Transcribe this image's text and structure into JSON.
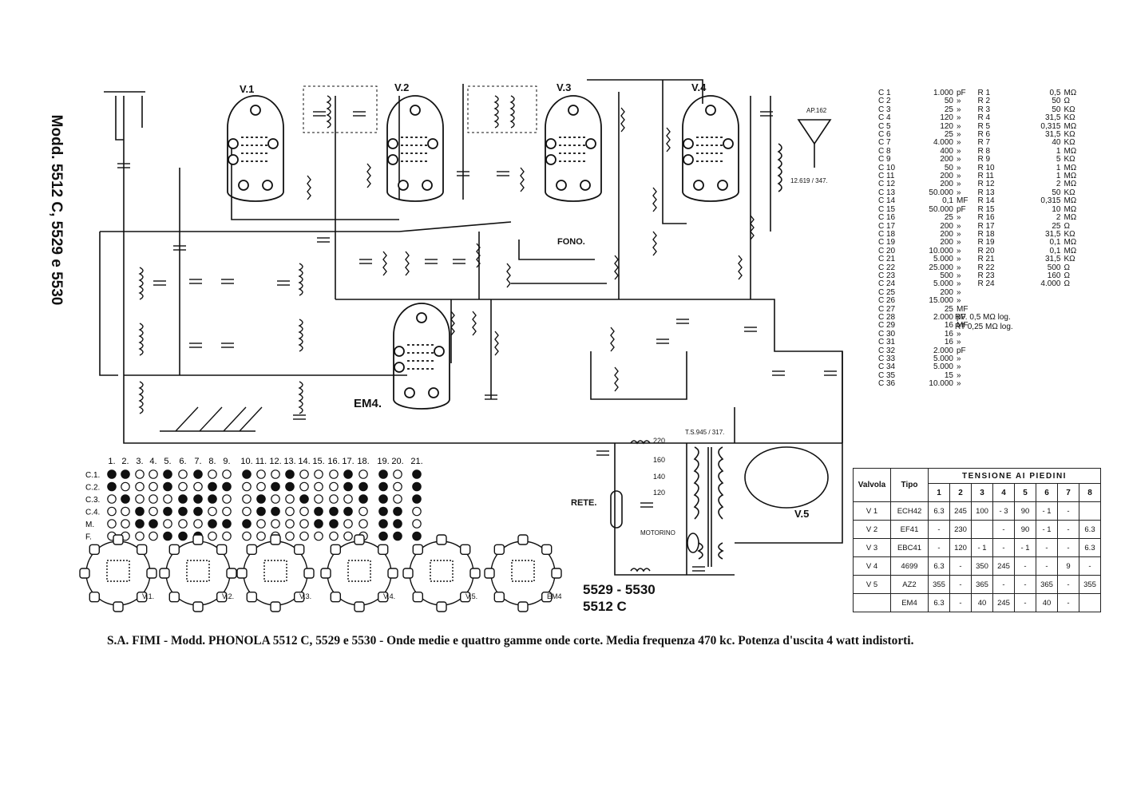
{
  "side_title": "Modd. 5512 C, 5529 e 5530",
  "caption": "S.A. FIMI - Modd. PHONOLA 5512 C, 5529 e 5530 - Onde medie e quattro gamme onde corte. Media frequenza 470 kc. Potenza d'uscita 4 watt indistorti.",
  "model_block": [
    "5529 - 5530",
    "5512 C"
  ],
  "tube_labels": [
    "V.1",
    "V.2",
    "V.3",
    "V.4",
    "V.5",
    "EM4."
  ],
  "labels": {
    "fono": "FONO.",
    "rete": "RETE.",
    "motorino": "MOTORINO",
    "ts": "T.S.945 / 317.",
    "ap": "AP.162",
    "out_tr": "12.619 / 347.",
    "voltages": [
      "220",
      "160",
      "140",
      "120"
    ]
  },
  "components": [
    {
      "c": "C 1",
      "cv": "1.000",
      "cu": "pF",
      "r": "R 1",
      "rv": "0,5",
      "ru": "MΩ"
    },
    {
      "c": "C 2",
      "cv": "50",
      "cu": "»",
      "r": "R 2",
      "rv": "50",
      "ru": "Ω"
    },
    {
      "c": "C 3",
      "cv": "25",
      "cu": "»",
      "r": "R 3",
      "rv": "50",
      "ru": "KΩ"
    },
    {
      "c": "C 4",
      "cv": "120",
      "cu": "»",
      "r": "R 4",
      "rv": "31,5",
      "ru": "KΩ"
    },
    {
      "c": "C 5",
      "cv": "120",
      "cu": "»",
      "r": "R 5",
      "rv": "0,315",
      "ru": "MΩ"
    },
    {
      "c": "C 6",
      "cv": "25",
      "cu": "»",
      "r": "R 6",
      "rv": "31,5",
      "ru": "KΩ"
    },
    {
      "c": "C 7",
      "cv": "4.000",
      "cu": "»",
      "r": "R 7",
      "rv": "40",
      "ru": "KΩ"
    },
    {
      "c": "C 8",
      "cv": "400",
      "cu": "»",
      "r": "R 8",
      "rv": "1",
      "ru": "MΩ"
    },
    {
      "c": "C 9",
      "cv": "200",
      "cu": "»",
      "r": "R 9",
      "rv": "5",
      "ru": "KΩ"
    },
    {
      "c": "C 10",
      "cv": "50",
      "cu": "»",
      "r": "R 10",
      "rv": "1",
      "ru": "MΩ"
    },
    {
      "c": "C 11",
      "cv": "200",
      "cu": "»",
      "r": "R 11",
      "rv": "1",
      "ru": "MΩ"
    },
    {
      "c": "C 12",
      "cv": "200",
      "cu": "»",
      "r": "R 12",
      "rv": "2",
      "ru": "MΩ"
    },
    {
      "c": "C 13",
      "cv": "50.000",
      "cu": "»",
      "r": "R 13",
      "rv": "50",
      "ru": "KΩ"
    },
    {
      "c": "C 14",
      "cv": "0,1",
      "cu": "MF",
      "r": "R 14",
      "rv": "0,315",
      "ru": "MΩ"
    },
    {
      "c": "C 15",
      "cv": "50.000",
      "cu": "pF",
      "r": "R 15",
      "rv": "10",
      "ru": "MΩ"
    },
    {
      "c": "C 16",
      "cv": "25",
      "cu": "»",
      "r": "R 16",
      "rv": "2",
      "ru": "MΩ"
    },
    {
      "c": "C 17",
      "cv": "200",
      "cu": "»",
      "r": "R 17",
      "rv": "25",
      "ru": "Ω"
    },
    {
      "c": "C 18",
      "cv": "200",
      "cu": "»",
      "r": "R 18",
      "rv": "31,5",
      "ru": "KΩ"
    },
    {
      "c": "C 19",
      "cv": "200",
      "cu": "»",
      "r": "R 19",
      "rv": "0,1",
      "ru": "MΩ"
    },
    {
      "c": "C 20",
      "cv": "10.000",
      "cu": "»",
      "r": "R 20",
      "rv": "0,1",
      "ru": "MΩ"
    },
    {
      "c": "C 21",
      "cv": "5.000",
      "cu": "»",
      "r": "R 21",
      "rv": "31,5",
      "ru": "KΩ"
    },
    {
      "c": "C 22",
      "cv": "25.000",
      "cu": "»",
      "r": "R 22",
      "rv": "500",
      "ru": "Ω"
    },
    {
      "c": "C 23",
      "cv": "500",
      "cu": "»",
      "r": "R 23",
      "rv": "160",
      "ru": "Ω"
    },
    {
      "c": "C 24",
      "cv": "5.000",
      "cu": "»",
      "r": "R 24",
      "rv": "4.000",
      "ru": "Ω"
    },
    {
      "c": "C 25",
      "cv": "200",
      "cu": "»",
      "r": "",
      "rv": "",
      "ru": ""
    },
    {
      "c": "C 26",
      "cv": "15.000",
      "cu": "»",
      "r": "",
      "rv": "",
      "ru": ""
    },
    {
      "c": "C 27",
      "cv": "25",
      "cu": "MF",
      "r": "",
      "rv": "",
      "ru": ""
    },
    {
      "c": "C 28",
      "cv": "2.000",
      "cu": "pF",
      "r": "",
      "rv": "",
      "ru": ""
    },
    {
      "c": "C 29",
      "cv": "16",
      "cu": "MF",
      "r": "",
      "rv": "",
      "ru": ""
    },
    {
      "c": "C 30",
      "cv": "16",
      "cu": "»",
      "r": "",
      "rv": "",
      "ru": ""
    },
    {
      "c": "C 31",
      "cv": "16",
      "cu": "»",
      "r": "",
      "rv": "",
      "ru": ""
    },
    {
      "c": "C 32",
      "cv": "2.000",
      "cu": "pF",
      "r": "",
      "rv": "",
      "ru": ""
    },
    {
      "c": "C 33",
      "cv": "5.000",
      "cu": "»",
      "r": "",
      "rv": "",
      "ru": ""
    },
    {
      "c": "C 34",
      "cv": "5.000",
      "cu": "»",
      "r": "",
      "rv": "",
      "ru": ""
    },
    {
      "c": "C 35",
      "cv": "15",
      "cu": "»",
      "r": "",
      "rv": "",
      "ru": ""
    },
    {
      "c": "C 36",
      "cv": "10.000",
      "cu": "»",
      "r": "",
      "rv": "",
      "ru": ""
    }
  ],
  "extra_notes": [
    "RV. 0,5 MΩ log.",
    "RT 0,25 MΩ log."
  ],
  "tensione": {
    "title": "TENSIONE AI PIEDINI",
    "col_valvola": "Valvola",
    "col_tipo": "Tipo",
    "pins": [
      "1",
      "2",
      "3",
      "4",
      "5",
      "6",
      "7",
      "8"
    ],
    "rows": [
      {
        "v": "V 1",
        "t": "ECH42",
        "p": [
          "6.3",
          "245",
          "100",
          "- 3",
          "90",
          "- 1",
          "-",
          ""
        ]
      },
      {
        "v": "V 2",
        "t": "EF41",
        "p": [
          "-",
          "230",
          "",
          "-",
          "90",
          "- 1",
          "-",
          "6.3"
        ]
      },
      {
        "v": "V 3",
        "t": "EBC41",
        "p": [
          "-",
          "120",
          "- 1",
          "-",
          "- 1",
          "-",
          "-",
          "6.3"
        ]
      },
      {
        "v": "V 4",
        "t": "4699",
        "p": [
          "6.3",
          "-",
          "350",
          "245",
          "-",
          "-",
          "9",
          "-"
        ]
      },
      {
        "v": "V 5",
        "t": "AZ2",
        "p": [
          "355",
          "-",
          "365",
          "-",
          "-",
          "365",
          "-",
          "355"
        ]
      },
      {
        "v": "",
        "t": "EM4",
        "p": [
          "6.3",
          "-",
          "40",
          "245",
          "-",
          "40",
          "-",
          ""
        ]
      }
    ]
  },
  "switch_matrix": {
    "columns": [
      "1.",
      "2.",
      "3.",
      "4.",
      "5.",
      "6.",
      "7.",
      "8.",
      "9.",
      "10.",
      "11.",
      "12.",
      "13.",
      "14.",
      "15.",
      "16.",
      "17.",
      "18.",
      "19.",
      "20.",
      "21."
    ],
    "rows": [
      {
        "label": "C.1.",
        "cells": [
          1,
          1,
          0,
          0,
          1,
          0,
          1,
          0,
          0,
          1,
          0,
          0,
          1,
          0,
          0,
          0,
          1,
          0,
          1,
          0,
          1
        ]
      },
      {
        "label": "C.2.",
        "cells": [
          1,
          0,
          0,
          0,
          1,
          0,
          0,
          1,
          1,
          0,
          0,
          1,
          1,
          0,
          0,
          0,
          1,
          1,
          1,
          0,
          1
        ]
      },
      {
        "label": "C.3.",
        "cells": [
          0,
          1,
          0,
          0,
          0,
          1,
          1,
          1,
          0,
          0,
          1,
          0,
          0,
          1,
          0,
          0,
          0,
          1,
          1,
          0,
          1
        ]
      },
      {
        "label": "C.4.",
        "cells": [
          0,
          0,
          1,
          0,
          1,
          1,
          1,
          0,
          0,
          0,
          1,
          1,
          0,
          0,
          1,
          1,
          1,
          0,
          1,
          1,
          0
        ]
      },
      {
        "label": "M.",
        "cells": [
          0,
          0,
          1,
          1,
          0,
          0,
          0,
          1,
          1,
          1,
          0,
          0,
          0,
          0,
          1,
          1,
          0,
          0,
          1,
          1,
          0
        ]
      },
      {
        "label": "F.",
        "cells": [
          0,
          0,
          0,
          0,
          1,
          1,
          1,
          0,
          0,
          0,
          0,
          0,
          0,
          0,
          0,
          0,
          0,
          0,
          1,
          1,
          1
        ]
      }
    ]
  },
  "socket_labels": [
    "V.1.",
    "V.2.",
    "V.3.",
    "V.4.",
    "V.5.",
    "EM4"
  ]
}
